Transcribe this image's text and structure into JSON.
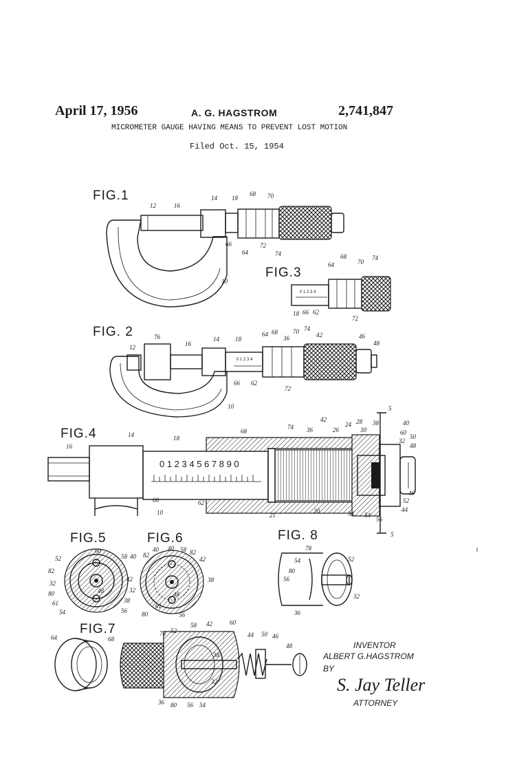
{
  "header": {
    "date": "April 17, 1956",
    "inventor_name": "A. G. HAGSTROM",
    "patent_number": "2,741,847",
    "title": "MICROMETER GAUGE HAVING MEANS TO PREVENT LOST MOTION",
    "filed": "Filed Oct. 15, 1954"
  },
  "figures": {
    "fig1": {
      "label": "FIG.1",
      "refs": [
        "12",
        "16",
        "14",
        "18",
        "68",
        "70",
        "66",
        "64",
        "72",
        "74",
        "10"
      ]
    },
    "fig2": {
      "label": "FIG. 2",
      "refs": [
        "12",
        "76",
        "16",
        "14",
        "18",
        "64",
        "68",
        "36",
        "70",
        "74",
        "42",
        "46",
        "48",
        "66",
        "62",
        "72",
        "10"
      ],
      "scale": "0 1 2 3 4"
    },
    "fig3": {
      "label": "FIG.3",
      "refs": [
        "64",
        "68",
        "70",
        "74",
        "18",
        "66",
        "62",
        "72"
      ],
      "scale": "0 1 2 3 4"
    },
    "fig4": {
      "label": "FIG.4",
      "refs": [
        "16",
        "14",
        "18",
        "68",
        "74",
        "42",
        "36",
        "26",
        "24",
        "28",
        "30",
        "38",
        "40",
        "60",
        "50",
        "32",
        "48",
        "46",
        "44",
        "52",
        "56",
        "54",
        "34",
        "20",
        "21",
        "62",
        "66",
        "10"
      ],
      "scale": "0 1 2 3 4 5 6 7 8 9 0",
      "section": [
        "5",
        "5"
      ]
    },
    "fig5": {
      "label": "FIG.5",
      "refs": [
        "60",
        "58",
        "40",
        "52",
        "82",
        "42",
        "32",
        "80",
        "48",
        "38",
        "61",
        "54",
        "56"
      ]
    },
    "fig6": {
      "label": "FIG.6",
      "refs": [
        "40",
        "40",
        "58",
        "82",
        "82",
        "42",
        "38",
        "32",
        "48",
        "61",
        "80",
        "56"
      ]
    },
    "fig7": {
      "label": "FIG.7",
      "refs": [
        "64",
        "68",
        "78",
        "52",
        "58",
        "42",
        "60",
        "44",
        "50",
        "46",
        "48",
        "38",
        "32",
        "36",
        "80",
        "56",
        "54"
      ]
    },
    "fig8": {
      "label": "FIG. 8",
      "refs": [
        "78",
        "52",
        "54",
        "80",
        "56",
        "32",
        "36"
      ]
    }
  },
  "signature": {
    "inventor_label": "INVENTOR",
    "inventor_full_name": "ALBERT G.HAGSTROM",
    "by": "BY",
    "signature": "S. Jay Teller",
    "attorney_label": "ATTORNEY"
  }
}
